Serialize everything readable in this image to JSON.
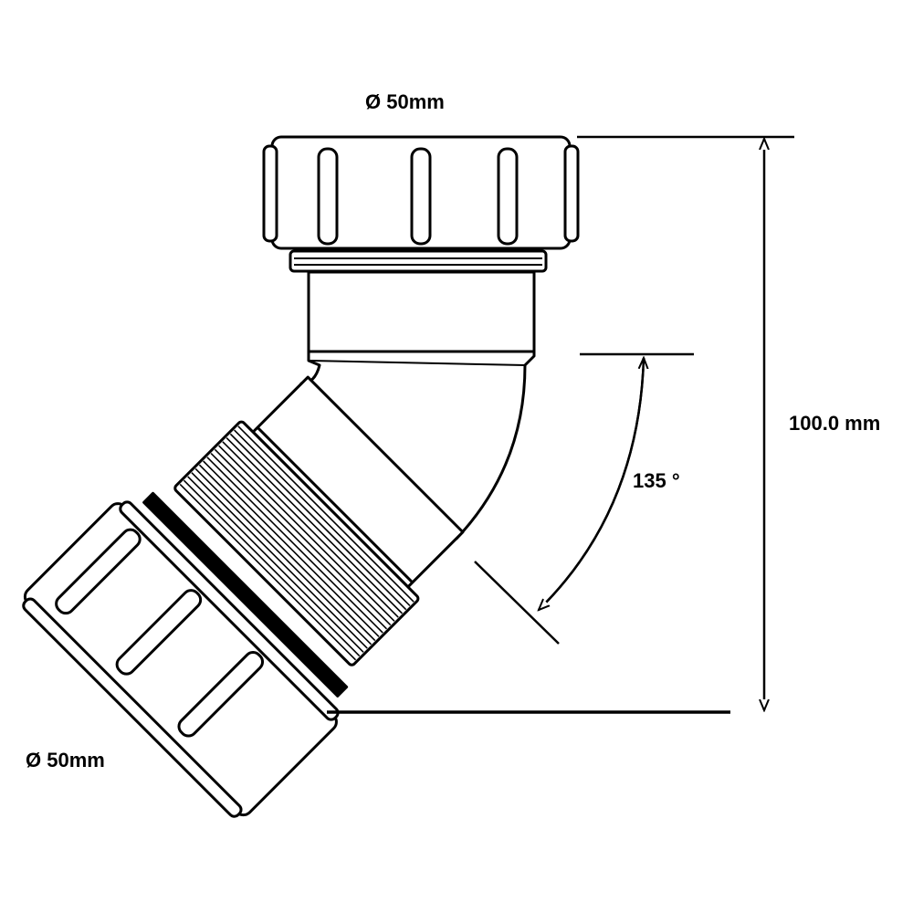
{
  "diagram": {
    "labels": {
      "top_diameter": "Ø 50mm",
      "bottom_diameter": "Ø 50mm",
      "height": "100.0 mm",
      "angle": "135 °"
    },
    "colors": {
      "stroke": "#000000",
      "fill": "#ffffff"
    }
  }
}
